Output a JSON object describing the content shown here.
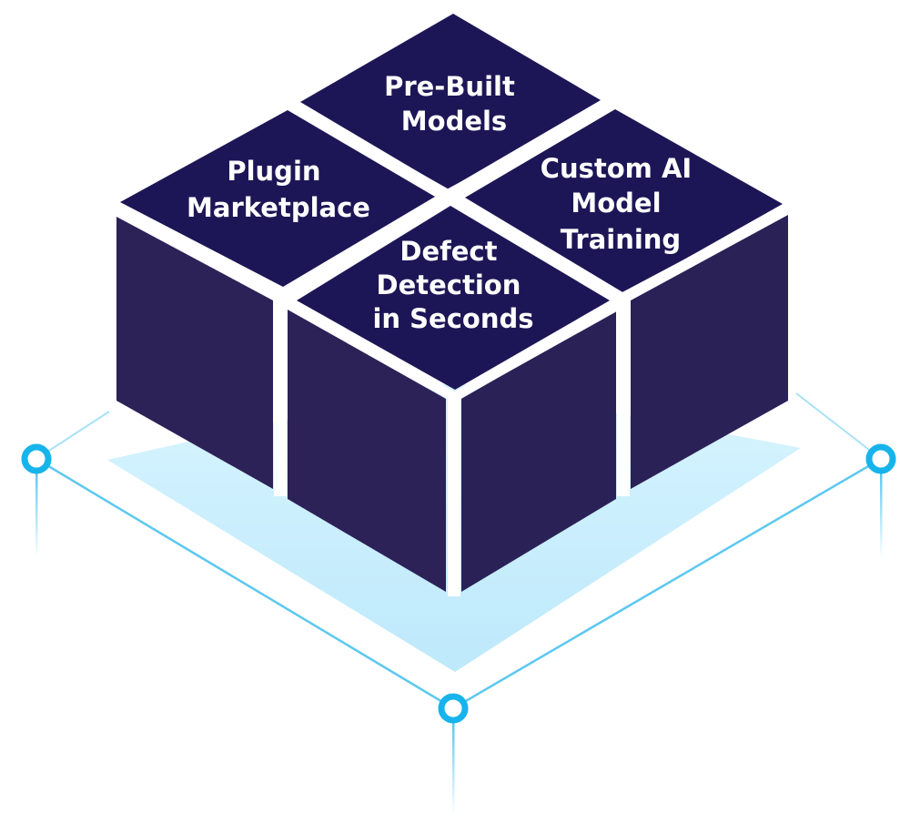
{
  "blocks": {
    "pre_built_models": {
      "line1": "Pre-Built",
      "line2": "Models"
    },
    "plugin_marketplace": {
      "line1": "Plugin",
      "line2": "Marketplace"
    },
    "custom_ai_model_training": {
      "line1": "Custom AI",
      "line2": "Model",
      "line3": "Training"
    },
    "defect_detection": {
      "line1": "Defect",
      "line2": "Detection",
      "line3": "in Seconds"
    }
  },
  "colors": {
    "block_top": "#1d1656",
    "block_side_left": "#2c2257",
    "block_side_right": "#2a2157",
    "gap": "#ffffff",
    "platform_line": "#5cc8f0",
    "platform_node": "#16b4ea",
    "platform_glow": "#c9efff"
  }
}
